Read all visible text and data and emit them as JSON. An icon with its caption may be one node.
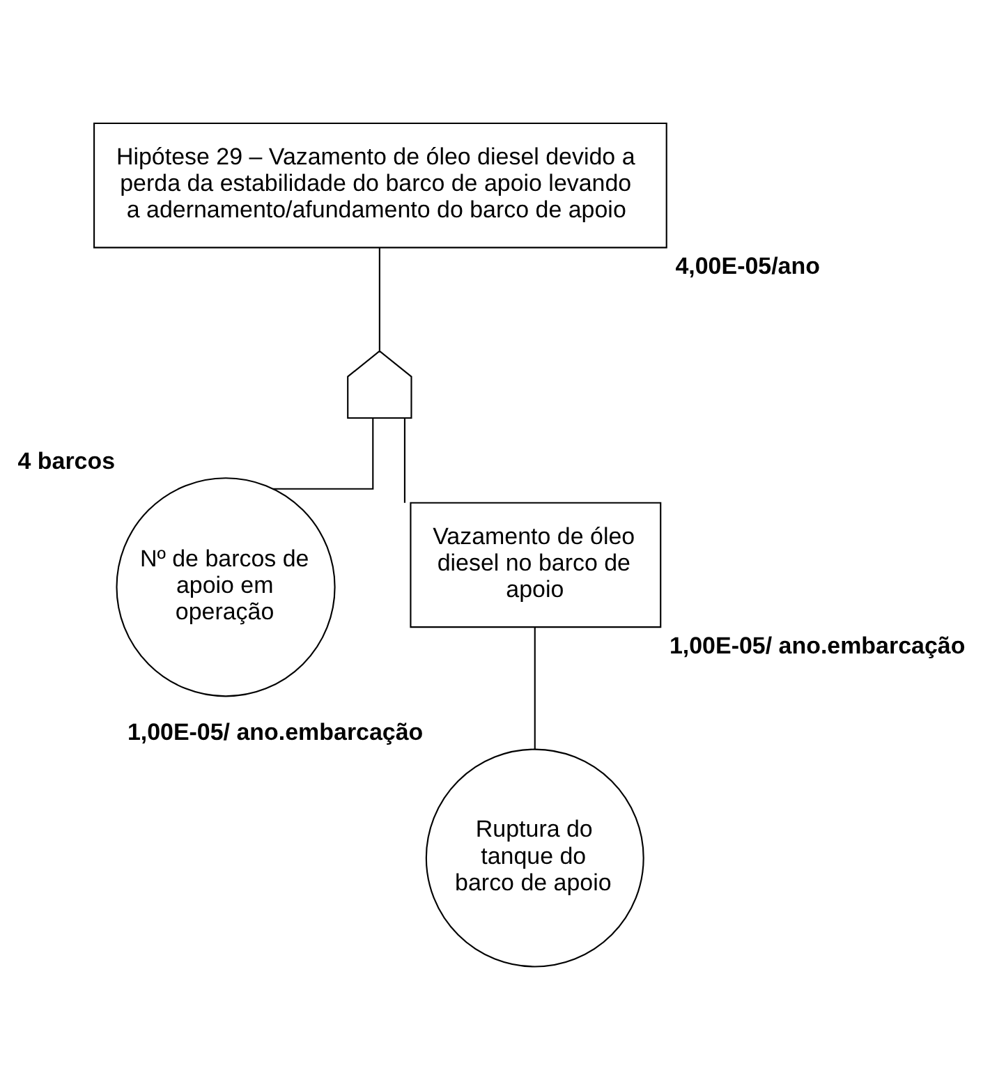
{
  "diagram": {
    "nodes": [
      {
        "text": [
          "Hipótese 29 – Vazamento de óleo diesel devido a perda da estabilidade do barco de apoio levando a adernamento/afundamento do barco de apoio"
        ],
        "beside": [
          "4,00E-05/ano"
        ]
      },
      {
        "text": [],
        "shape": "gate"
      },
      {
        "text": [
          "Nº de barcos de apoio em operação"
        ],
        "beside": [
          "4 barcos"
        ]
      },
      {
        "text": [
          "Vazamento de óleo diesel no barco de apoio"
        ],
        "beside": [
          "1,00E-05/ ano.embarcação"
        ]
      },
      {
        "text": [
          "Ruptura do tanque do barco de apoio"
        ],
        "beside": [
          "1,00E-05/ ano.embarcação"
        ]
      }
    ],
    "edges": [
      {
        "from": 0,
        "to": 1,
        "arrow": "none"
      },
      {
        "from": 1,
        "to": 2,
        "arrow": "none"
      },
      {
        "from": 1,
        "to": 3,
        "arrow": "none"
      },
      {
        "from": 3,
        "to": 4,
        "arrow": "none"
      }
    ]
  }
}
